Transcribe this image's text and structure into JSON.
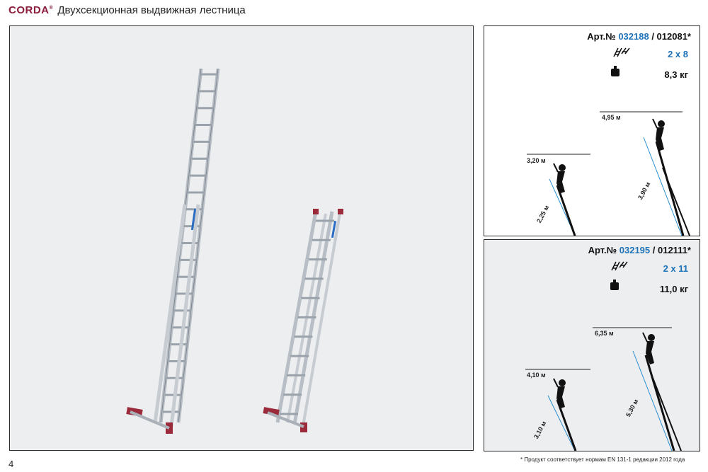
{
  "header": {
    "brand": "CORDA",
    "brand_mark": "®",
    "title": "Двухсекционная выдвижная лестница"
  },
  "products": [
    {
      "art_label": "Арт.№",
      "art_main": "032188",
      "art_alt": "/ 012081*",
      "rungs": "2 x 8",
      "weight": "8,3 кг",
      "working_height_small": "3,20 м",
      "ladder_length_small": "2,25 м",
      "working_height_large": "4,95 м",
      "ladder_length_large": "3,90 м"
    },
    {
      "art_label": "Арт.№",
      "art_main": "032195",
      "art_alt": "/ 012111*",
      "rungs": "2 x 11",
      "weight": "11,0 кг",
      "working_height_small": "4,10 м",
      "ladder_length_small": "3,10 м",
      "working_height_large": "6,35 м",
      "ladder_length_large": "5,30 м"
    }
  ],
  "icons": {
    "rungs": "ladder-rungs-icon",
    "weight": "weight-icon"
  },
  "colors": {
    "brand": "#8a1d3c",
    "accent_blue": "#1f73b7",
    "foot_red": "#9b2a3a"
  },
  "footnote": "* Продукт соответствует нормам EN 131-1 редакции 2012 года",
  "page_number": "4"
}
